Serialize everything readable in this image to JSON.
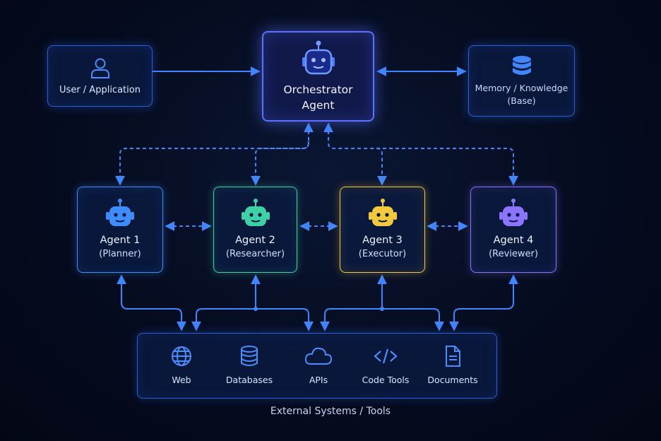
{
  "nodes": {
    "user": {
      "label": "User / Application"
    },
    "orchestrator": {
      "name": "Orchestrator",
      "name2": "Agent"
    },
    "memory": {
      "line1": "Memory / Knowledge",
      "line2": "(Base)"
    }
  },
  "agents": [
    {
      "name": "Agent 1",
      "role": "(Planner)",
      "color": "#3f8cff"
    },
    {
      "name": "Agent 2",
      "role": "(Researcher)",
      "color": "#3fd1a6"
    },
    {
      "name": "Agent 3",
      "role": "(Executor)",
      "color": "#f2c83c"
    },
    {
      "name": "Agent 4",
      "role": "(Reviewer)",
      "color": "#8b74ff"
    }
  ],
  "tools": [
    {
      "label": "Web",
      "icon": "globe-icon"
    },
    {
      "label": "Databases",
      "icon": "database-icon"
    },
    {
      "label": "APIs",
      "icon": "cloud-icon"
    },
    {
      "label": "Code Tools",
      "icon": "code-icon"
    },
    {
      "label": "Documents",
      "icon": "document-icon"
    }
  ],
  "caption": "External Systems / Tools",
  "colors": {
    "accent": "#3b7bff",
    "orchestrator": "#5a73ff",
    "icon_blue": "#4a8dff",
    "line": "#3f86ff"
  }
}
